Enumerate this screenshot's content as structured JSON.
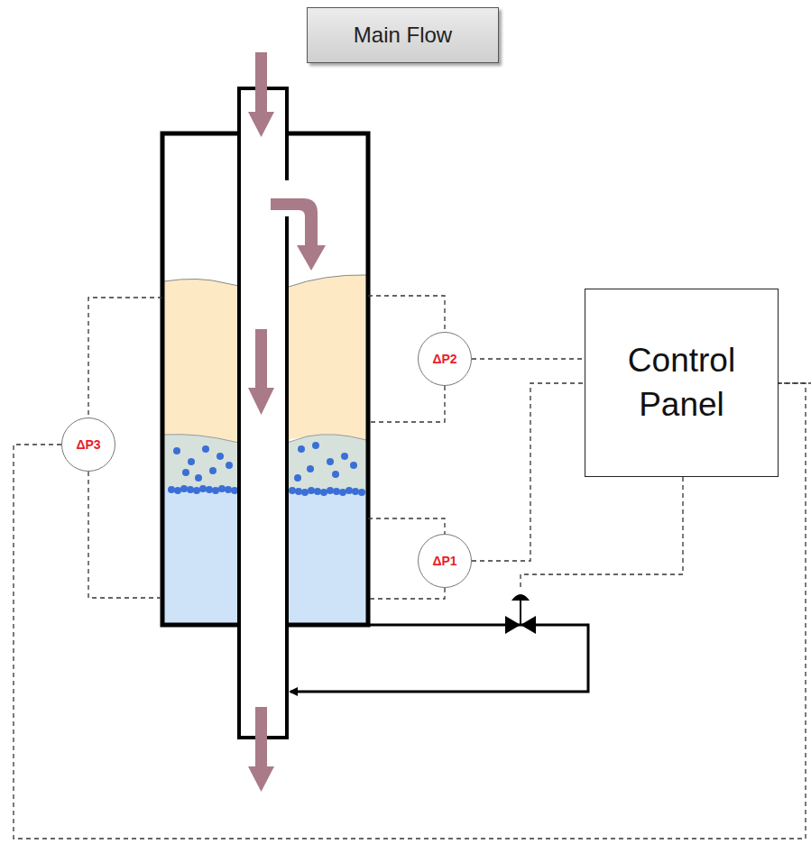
{
  "diagram": {
    "nodes": [
      {
        "text": [
          "Main Flow"
        ]
      },
      {
        "text": [
          "ΔP2"
        ]
      },
      {
        "text": [
          "Control Panel"
        ]
      },
      {
        "text": [
          "ΔP3"
        ]
      },
      {
        "text": [
          "ΔP1"
        ]
      }
    ],
    "edges": [
      {
        "from": 1,
        "to": 2,
        "arrow": "none"
      },
      {
        "from": 4,
        "to": 2,
        "arrow": "none"
      },
      {
        "from": 3,
        "to": 2,
        "arrow": "none"
      }
    ]
  }
}
